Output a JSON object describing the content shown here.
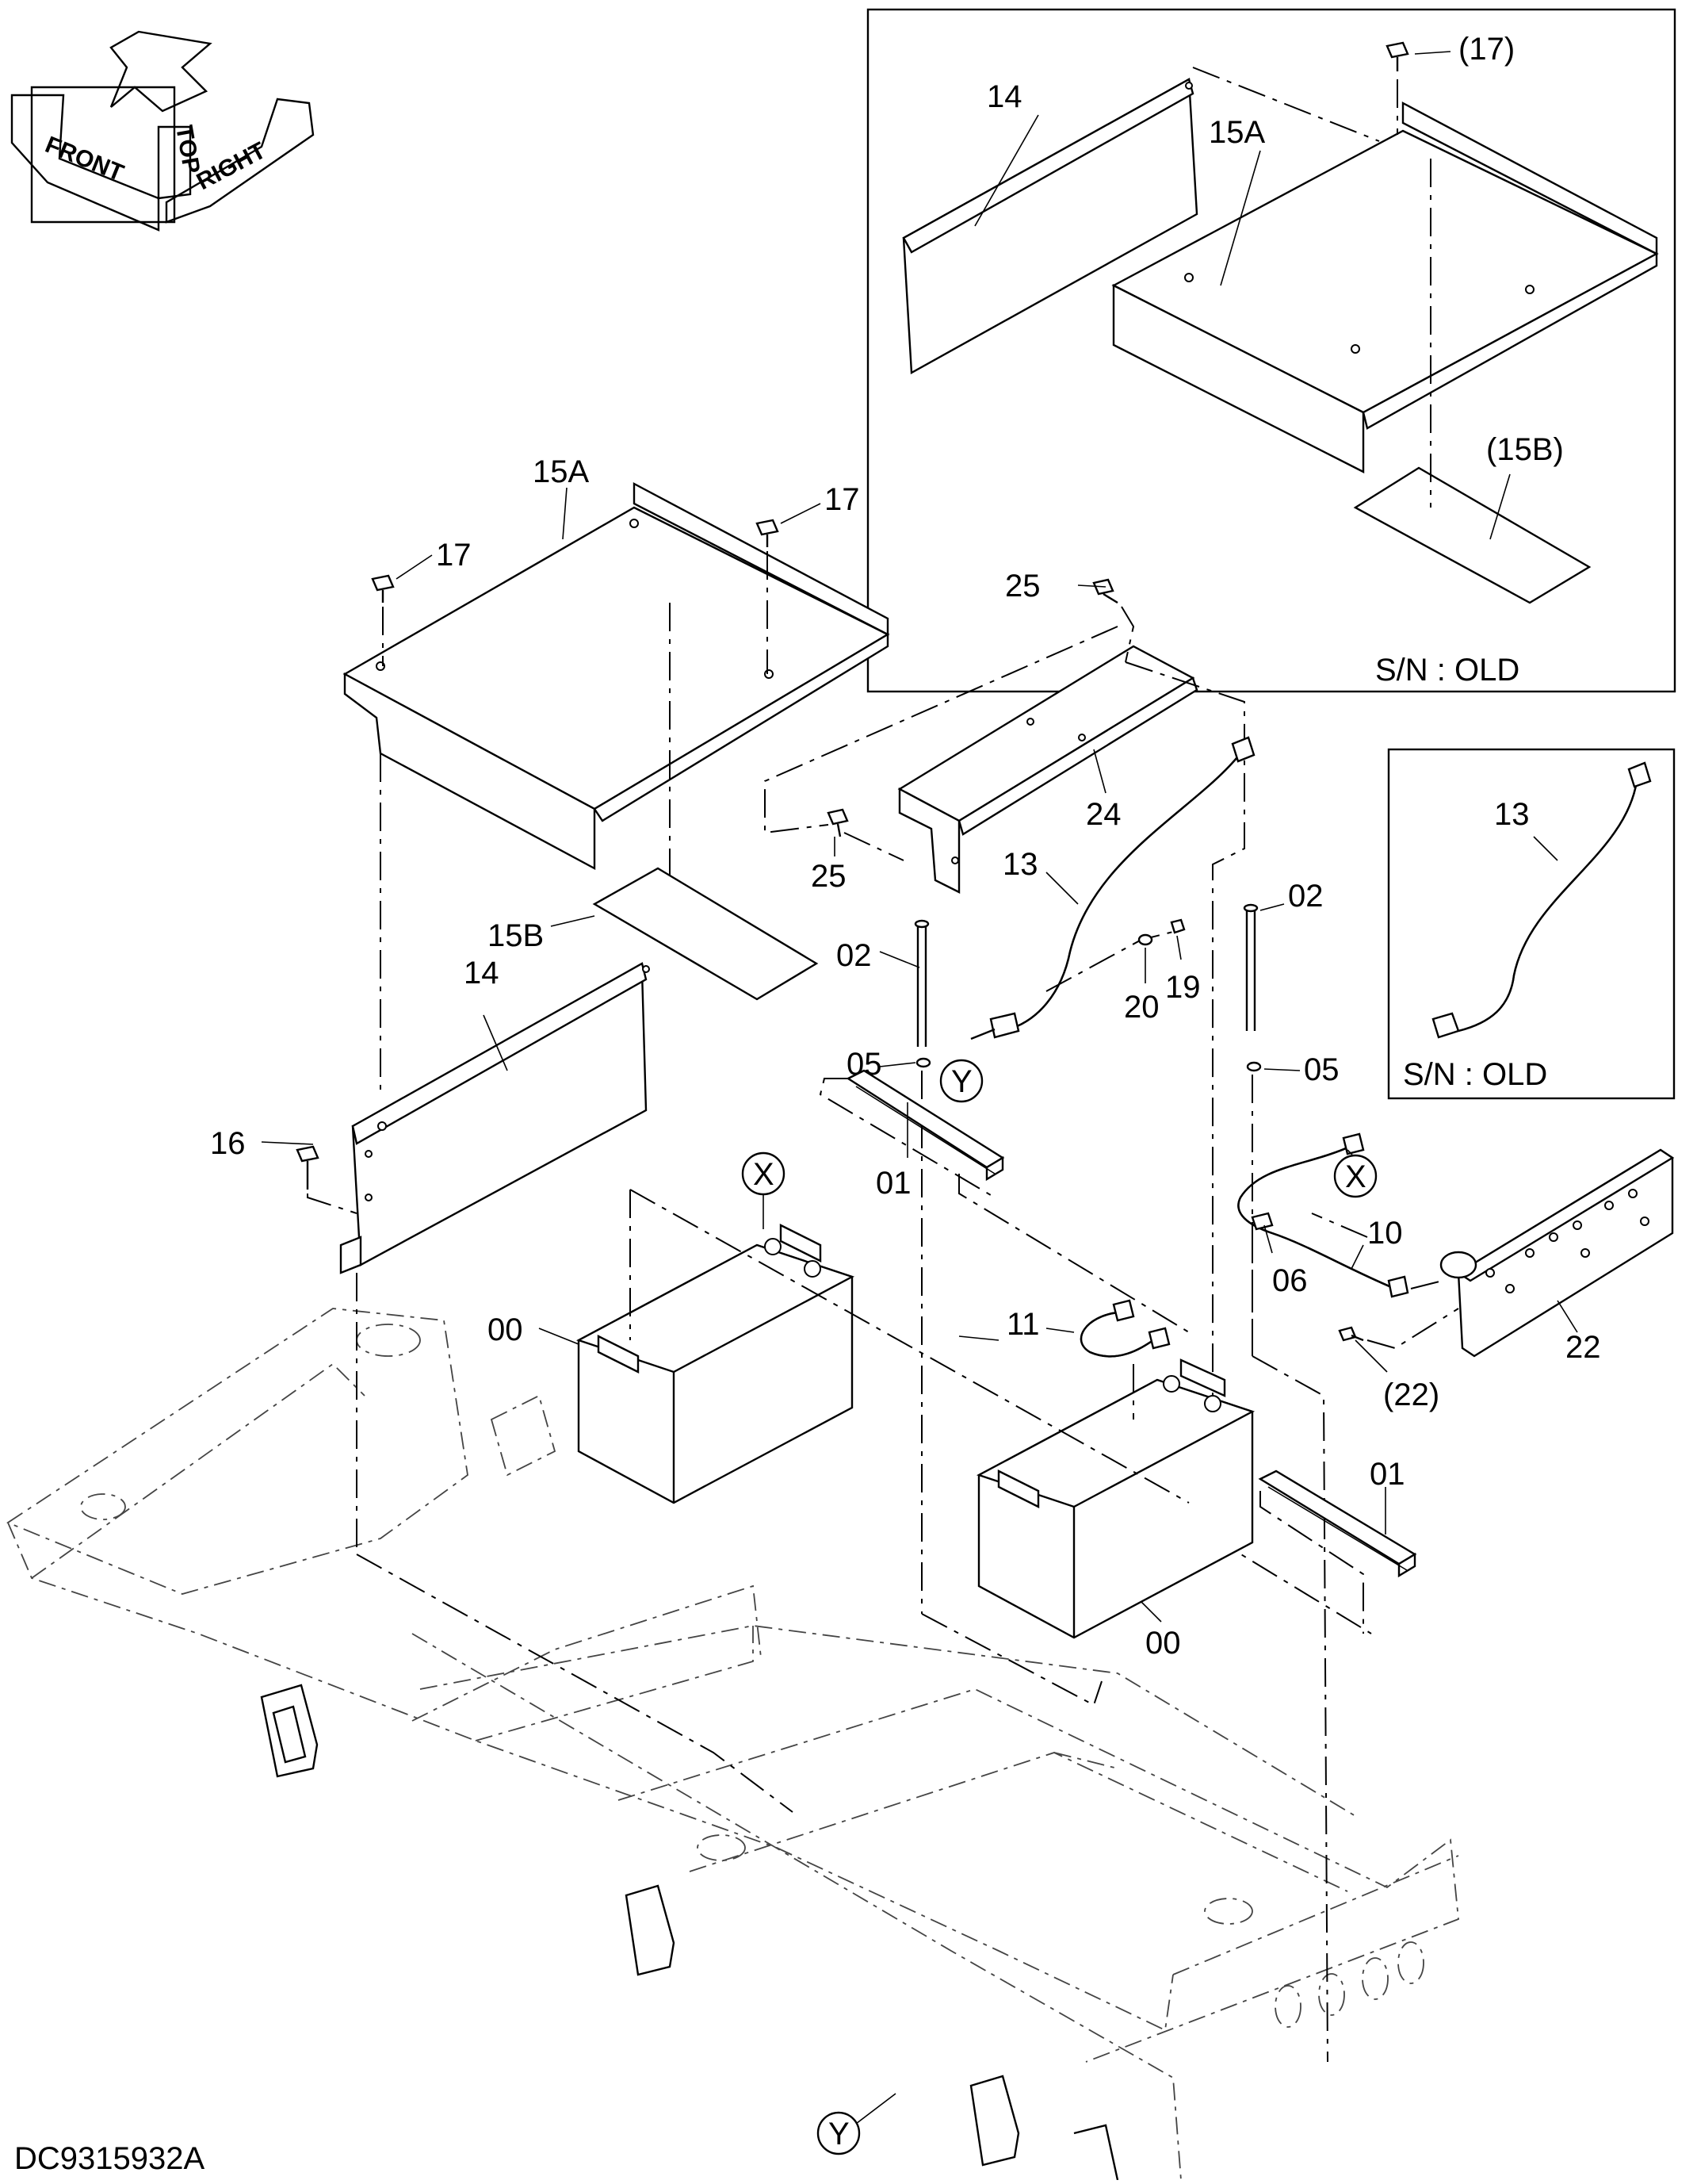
{
  "orientation": {
    "top": "TOP",
    "front": "FRONT",
    "right": "RIGHT"
  },
  "inset_old_covers": {
    "label": "S/N : OLD",
    "callouts": {
      "plate": "14",
      "cover": "15A",
      "bolt": "(17)",
      "sheet": "(15B)"
    }
  },
  "inset_old_cable": {
    "label": "S/N : OLD",
    "callouts": {
      "cable": "13"
    }
  },
  "callouts": {
    "cover_15a": "15A",
    "bolt_17_left": "17",
    "bolt_17_right": "17",
    "sheet_15b": "15B",
    "plate_14": "14",
    "bolt_16": "16",
    "bolt_25_top": "25",
    "bolt_25_bottom": "25",
    "bracket_24": "24",
    "cable_13": "13",
    "rod_02_left": "02",
    "rod_02_right": "02",
    "washer_20": "20",
    "nut_19": "19",
    "nut_05_left": "05",
    "nut_05_right": "05",
    "clamp_01_left": "01",
    "clamp_01_right": "01",
    "battery_00_left": "00",
    "battery_00_right": "00",
    "jumper_11": "11",
    "cable_10": "10",
    "terminal_06": "06",
    "relay_22": "22",
    "screw_22": "(22)",
    "ref_x_top": "X",
    "ref_x_right": "X",
    "ref_y_top": "Y",
    "ref_y_bottom": "Y"
  },
  "drawing_code": "DC9315932A"
}
